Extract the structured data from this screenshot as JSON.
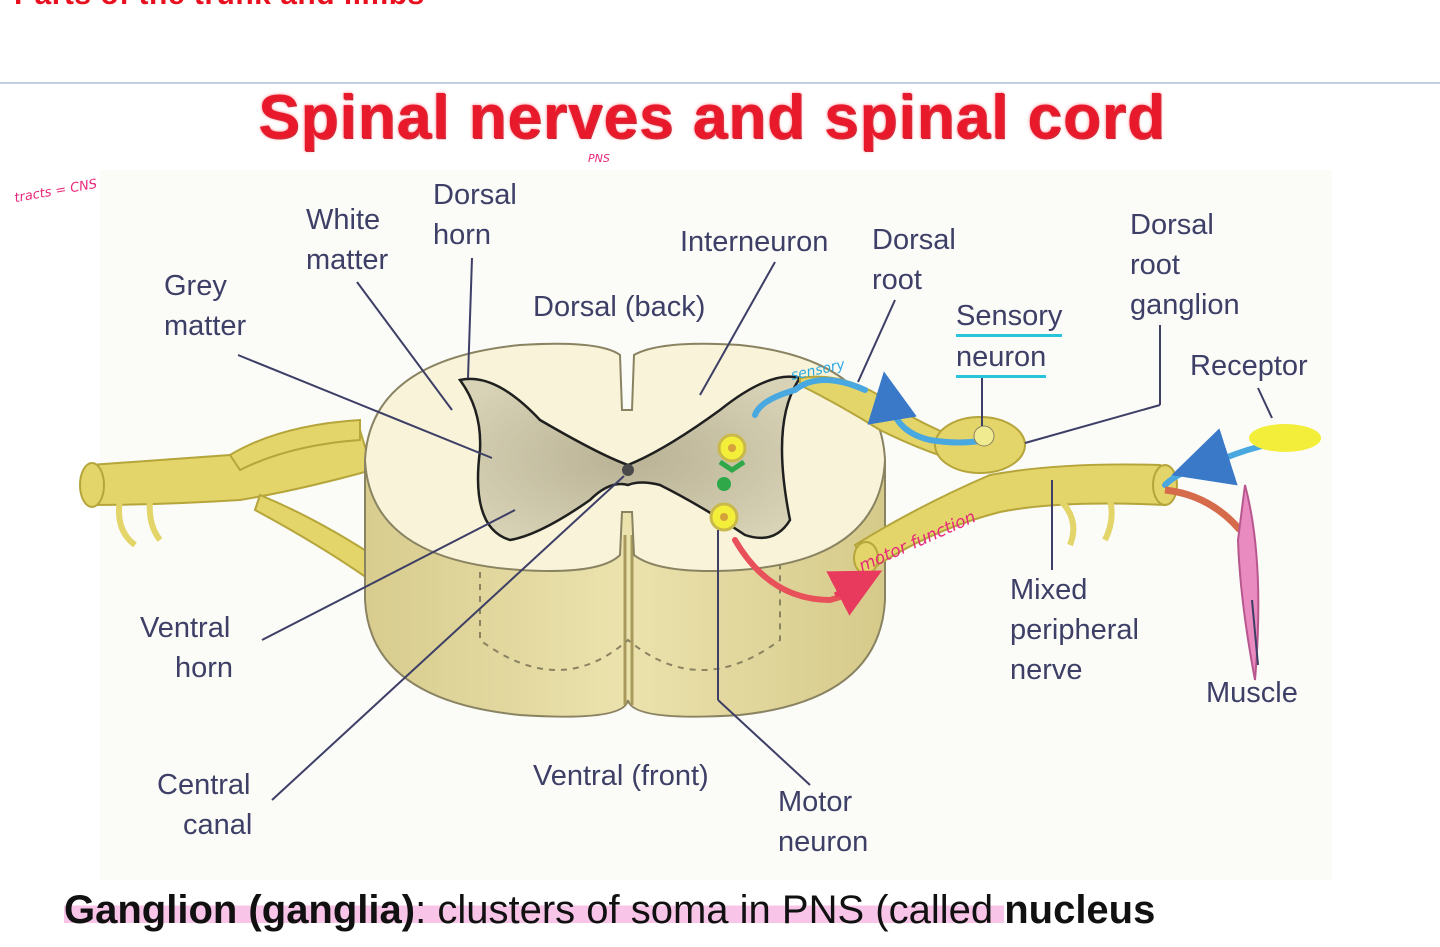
{
  "slide_top_heading": "Parts of the trunk and limbs",
  "title": "Spinal nerves and spinal cord",
  "handwritten": {
    "pns": "PNS",
    "tracts_cns": "tracts = CNS",
    "sensory": "sensory",
    "motor_function": "motor function"
  },
  "labels": {
    "grey_matter": [
      "Grey",
      "matter"
    ],
    "white_matter": [
      "White",
      "matter"
    ],
    "dorsal_horn": [
      "Dorsal",
      "horn"
    ],
    "dorsal_back": "Dorsal (back)",
    "interneuron": "Interneuron",
    "dorsal_root": [
      "Dorsal",
      "root"
    ],
    "sensory_neuron": [
      "Sensory",
      "neuron"
    ],
    "dorsal_root_ganglion": [
      "Dorsal",
      "root",
      "ganglion"
    ],
    "receptor": "Receptor",
    "ventral_horn": [
      "Ventral",
      "horn"
    ],
    "central_canal": [
      "Central",
      "canal"
    ],
    "ventral_front": "Ventral (front)",
    "motor_neuron": [
      "Motor",
      "neuron"
    ],
    "mixed_peripheral_nerve": [
      "Mixed",
      "peripheral",
      "nerve"
    ],
    "muscle": "Muscle"
  },
  "bottom_text": {
    "term": "Ganglion (ganglia)",
    "definition": ": clusters of soma in PNS (called ",
    "term2": "nucleus"
  },
  "colors": {
    "title_red": "#e8192b",
    "nerve_yellow": "#e6d86a",
    "cord_cream": "#f7f2d8",
    "grey_matter": "#cfc9ae",
    "sensory_blue": "#4aa8e0",
    "motor_red": "#e8505a",
    "receptor_yellow": "#f2ee3a",
    "muscle_pink": "#e98bc0",
    "label_text": "#3d3f66"
  }
}
